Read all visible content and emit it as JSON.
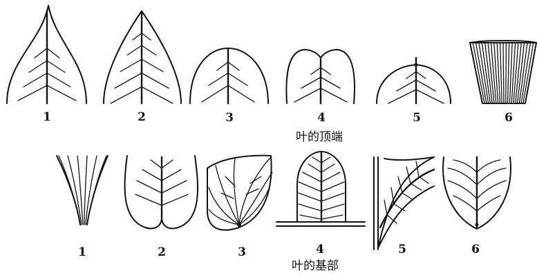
{
  "apex_row": {
    "labels": [
      "1",
      "2",
      "3",
      "4",
      "5",
      "6"
    ],
    "caption": "叶的顶端"
  },
  "base_row": {
    "labels": [
      "1",
      "2",
      "3",
      "4",
      "5",
      "6"
    ],
    "caption": "叶的基部"
  }
}
